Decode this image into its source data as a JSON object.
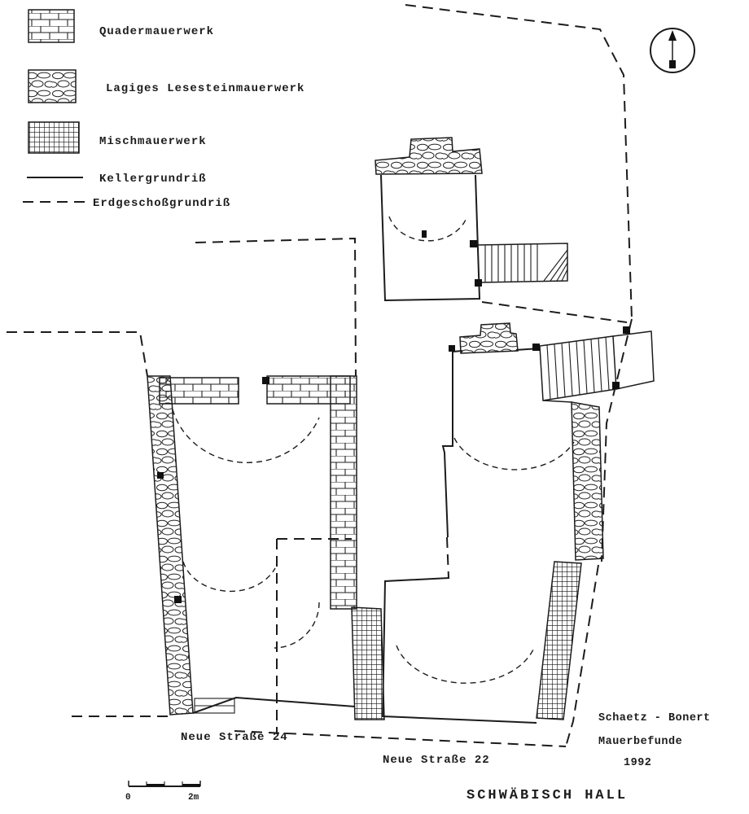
{
  "legend": {
    "items": [
      {
        "label": "Quadermauerwerk"
      },
      {
        "label": "Lagiges Lesesteinmauerwerk"
      },
      {
        "label": "Mischmauerwerk"
      },
      {
        "label": "Kellergrundriß"
      },
      {
        "label": "Erdgeschoßgrundriß"
      }
    ]
  },
  "plan": {
    "street_label_24": "Neue Straße 24",
    "street_label_22": "Neue Straße 22"
  },
  "titleblock": {
    "authors": "Schaetz - Bonert",
    "subject": "Mauerbefunde",
    "year": "1992",
    "city": "SCHWÄBISCH HALL"
  },
  "scalebar": {
    "zero": "0",
    "max": "2m"
  },
  "colors": {
    "ink": "#1c1c1c",
    "paper": "#ffffff"
  }
}
